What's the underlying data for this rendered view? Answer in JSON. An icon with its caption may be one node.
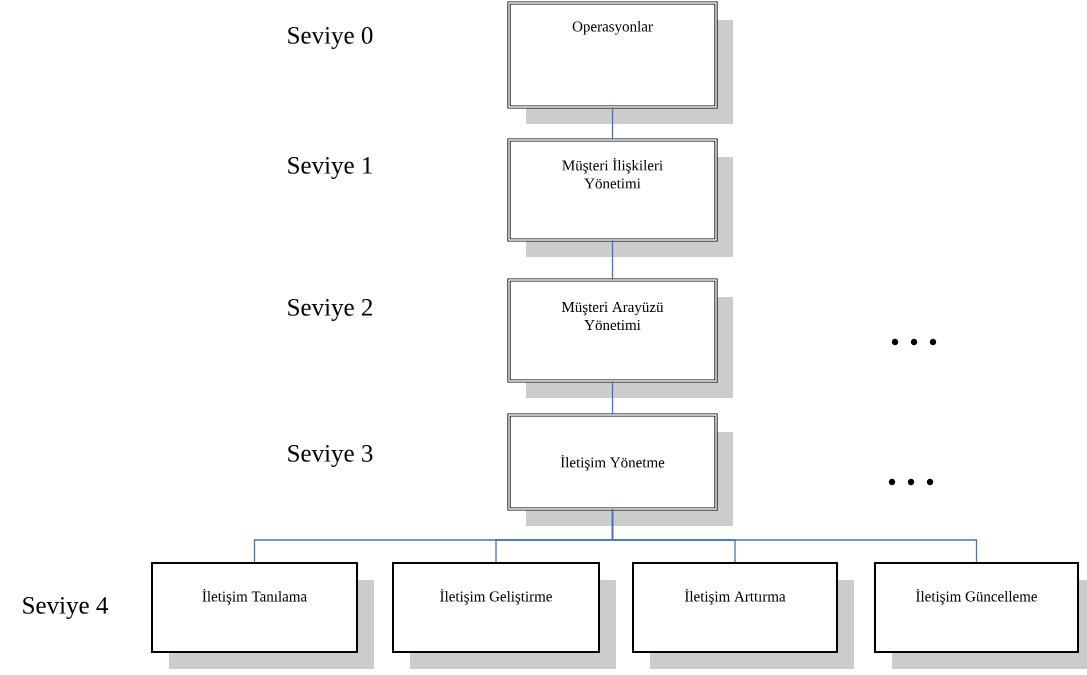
{
  "diagram": {
    "nodes": [
      {
        "text": [
          "Operasyonlar"
        ]
      },
      {
        "text": [
          "Müşteri İlişkileri Yönetimi"
        ]
      },
      {
        "text": [
          "Müşteri Arayüzü Yönetimi"
        ]
      },
      {
        "text": [
          "İletişim Yönetme"
        ]
      },
      {
        "text": [
          "İletişim Tanılama"
        ]
      },
      {
        "text": [
          "İletişim Geliştirme"
        ]
      },
      {
        "text": [
          "İletişim Arttırma"
        ]
      },
      {
        "text": [
          "İletişim Güncelleme"
        ]
      }
    ],
    "edges": [
      {
        "from": 0,
        "to": 1,
        "arrow": "none",
        "color": "#4472c4"
      },
      {
        "from": 1,
        "to": 2,
        "arrow": "none",
        "color": "#4472c4"
      },
      {
        "from": 2,
        "to": 3,
        "arrow": "none",
        "color": "#4472c4"
      },
      {
        "from": 3,
        "to": 4,
        "arrow": "none",
        "color": "#4472c4"
      },
      {
        "from": 3,
        "to": 5,
        "arrow": "none",
        "color": "#4472c4"
      },
      {
        "from": 3,
        "to": 6,
        "arrow": "none",
        "color": "#4472c4"
      },
      {
        "from": 3,
        "to": 7,
        "arrow": "none",
        "color": "#4472c4"
      }
    ],
    "labels": [
      "Seviye 0",
      "Seviye 1",
      "Seviye 2",
      "Seviye 3",
      "Seviye 4"
    ]
  }
}
